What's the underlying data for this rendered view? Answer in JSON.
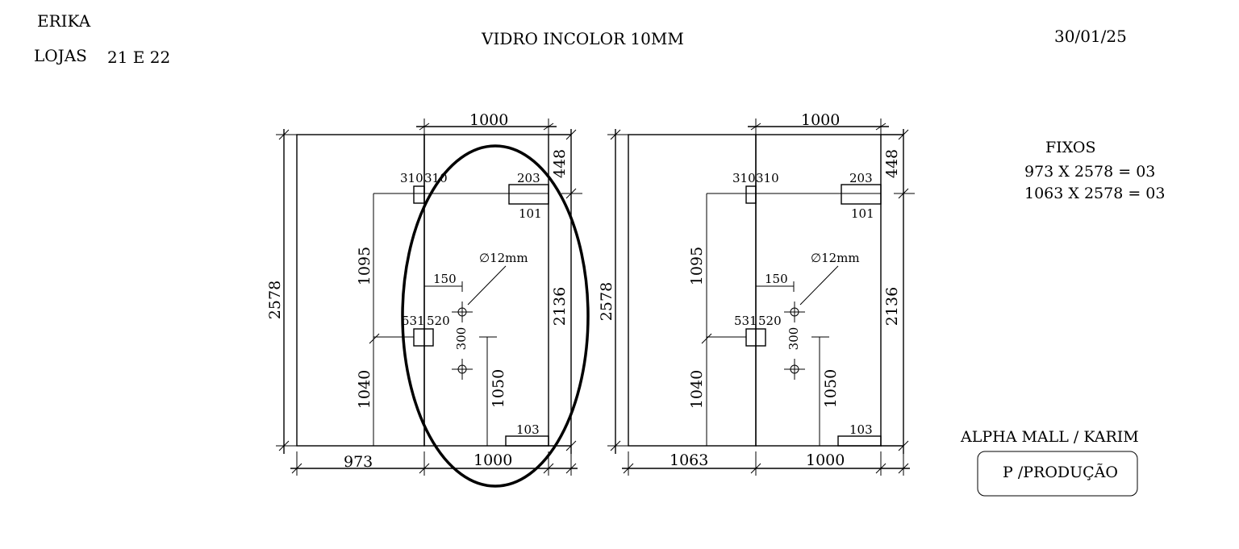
{
  "header": {
    "client": "ERIKA",
    "stores_label": "LOJAS",
    "stores_value": "21 E 22",
    "title": "VIDRO INCOLOR 10MM",
    "date": "30/01/25"
  },
  "notes": {
    "fixed_title": "FIXOS",
    "fixed_line1": "973 X 2578 = 03",
    "fixed_line2": "1063 X 2578 = 03",
    "project": "ALPHA MALL / KARIM",
    "stamp": "P /PRODUÇÃO"
  },
  "drawings": [
    {
      "top_width": "1000",
      "height": "2578",
      "top_offset": "448",
      "right_height": "2136",
      "left_upper": "1095",
      "left_lower": "1040",
      "bottom_left": "973",
      "bottom_right": "1000",
      "hinge_top_a": "310",
      "hinge_top_b": "310",
      "lock_top": "203",
      "lock_bottom": "101",
      "hole_diameter": "∅12mm",
      "hole_offset": "150",
      "hinge_mid_a": "531",
      "hinge_mid_b": "520",
      "hole_spacing": "300",
      "handle_height": "1050",
      "corner_box": "103",
      "highlighted": true
    },
    {
      "top_width": "1000",
      "height": "2578",
      "top_offset": "448",
      "right_height": "2136",
      "left_upper": "1095",
      "left_lower": "1040",
      "bottom_left": "1063",
      "bottom_right": "1000",
      "hinge_top_a": "310",
      "hinge_top_b": "310",
      "lock_top": "203",
      "lock_bottom": "101",
      "hole_diameter": "∅12mm",
      "hole_offset": "150",
      "hinge_mid_a": "531",
      "hinge_mid_b": "520",
      "hole_spacing": "300",
      "handle_height": "1050",
      "corner_box": "103",
      "highlighted": false
    }
  ]
}
